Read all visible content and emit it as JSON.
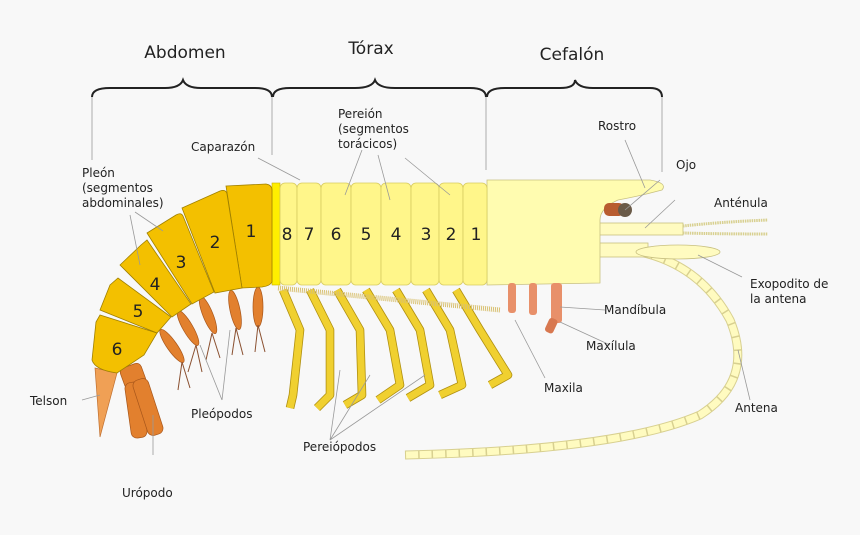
{
  "headers": {
    "abdomen": "Abdomen",
    "torax": "Tórax",
    "cefalon": "Cefalón"
  },
  "abdominal_segments": [
    "1",
    "2",
    "3",
    "4",
    "5",
    "6"
  ],
  "thoracic_segments": [
    "8",
    "7",
    "6",
    "5",
    "4",
    "3",
    "2",
    "1"
  ],
  "labels": {
    "caparazon": "Caparazón",
    "pereion": [
      "Pereión",
      "(segmentos",
      "torácicos)"
    ],
    "pleon": [
      "Pleón",
      "(segmentos",
      "abdominales)"
    ],
    "rostro": "Rostro",
    "ojo": "Ojo",
    "antenula": "Anténula",
    "exopodito": [
      "Exopodito de",
      "la antena"
    ],
    "antena": "Antena",
    "mandibula": "Mandíbula",
    "maxilula": "Maxílula",
    "maxila": "Maxila",
    "telson": "Telson",
    "uropodo": "Urópodo",
    "pleopodos": "Pleópodos",
    "pereiopodos": "Pereiópodos"
  },
  "colors": {
    "abdomen": "#f3c000",
    "thorax": "#fff68a",
    "cephalon": "#fffcb0",
    "appendage": "#e2802e",
    "leg": "#f0d030"
  }
}
